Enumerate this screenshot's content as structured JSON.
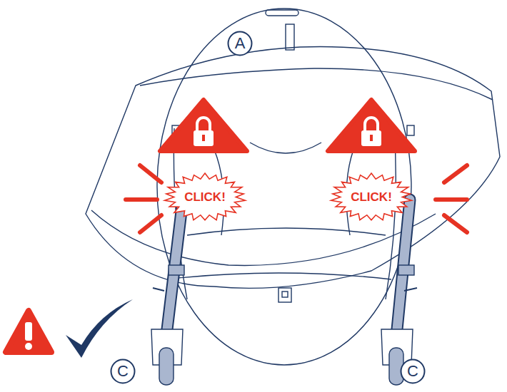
{
  "diagram": {
    "nodes": [
      {
        "text": [
          "A"
        ]
      },
      {
        "text": [
          "CLICK!"
        ]
      },
      {
        "text": [
          "CLICK!"
        ]
      },
      {
        "text": [
          "C"
        ]
      },
      {
        "text": [
          "C"
        ]
      }
    ]
  }
}
